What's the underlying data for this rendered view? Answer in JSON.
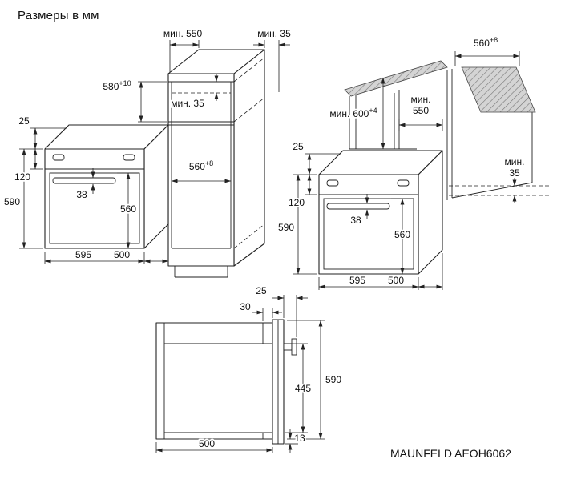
{
  "title": "Размеры в мм",
  "model": "MAUNFELD AEOH6062",
  "oven": {
    "door_offset": "25",
    "panel_height": "120",
    "height": "590",
    "handle_gap": "38",
    "body_height": "560",
    "width": "595",
    "depth": "500"
  },
  "tall_cabinet": {
    "depth_min": "мин. 550",
    "top_gap_min": "мин. 35",
    "niche_height": "580",
    "niche_height_tol": "+10",
    "vent_gap_min": "мин. 35",
    "niche_width": "560",
    "niche_width_tol": "+8"
  },
  "base_cabinet": {
    "niche_width": "560",
    "niche_width_tol": "+8",
    "height_prefix": "мин.",
    "height": "600",
    "height_tol": "+4",
    "depth_min_line1": "мин.",
    "depth_min_line2": "550",
    "back_gap_line1": "мин.",
    "back_gap_line2": "35"
  },
  "section": {
    "handle_depth": "25",
    "door_depth": "30",
    "height": "590",
    "cavity_height": "445",
    "depth": "500",
    "bottom_gap": "13"
  }
}
